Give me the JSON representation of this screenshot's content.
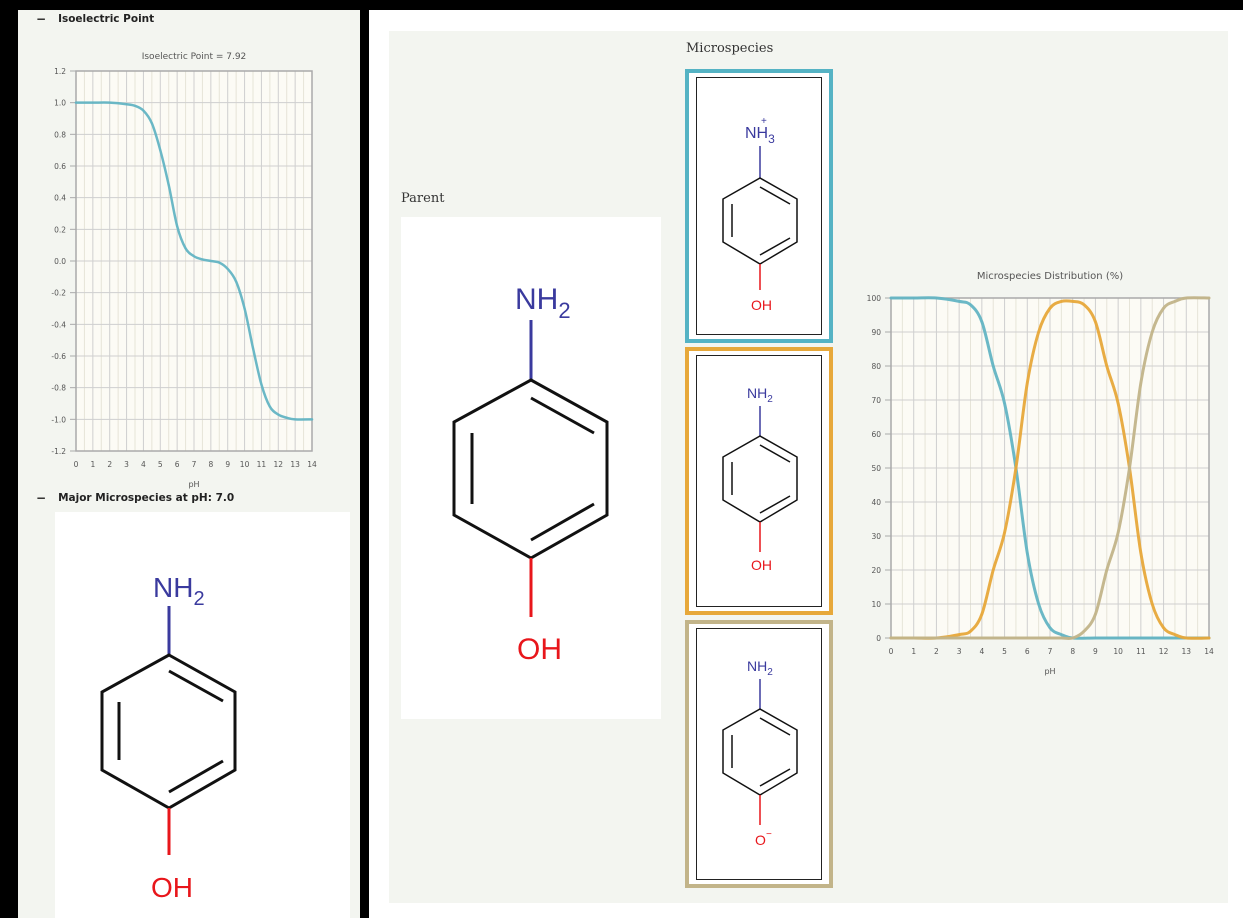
{
  "left_panel": {
    "iso_section": {
      "toggle": "−",
      "title": "Isoelectric Point",
      "chart_title": "Isoelectric Point = 7.92"
    },
    "major_section": {
      "toggle": "−",
      "title": "Major Microspecies at pH: 7.0",
      "molecule": {
        "top_label": "NH2",
        "bottom_label": "OH"
      }
    }
  },
  "right_panel": {
    "microspecies_label": "Microspecies",
    "parent_label": "Parent",
    "parent_molecule": {
      "top_label": "NH2",
      "bottom_label": "OH"
    },
    "microspecies": [
      {
        "top": "NH3",
        "top_charge": "+",
        "bottom": "OH",
        "bottom_charge": "",
        "border_color": "#55b3c4"
      },
      {
        "top": "NH2",
        "top_charge": "",
        "bottom": "OH",
        "bottom_charge": "",
        "border_color": "#e7a83a"
      },
      {
        "top": "NH2",
        "top_charge": "",
        "bottom": "O",
        "bottom_charge": "−",
        "border_color": "#c2b489"
      }
    ]
  },
  "colors": {
    "nitrogen": "#3a3a9e",
    "oxygen": "#e8161b",
    "curve_teal": "#63b4c3",
    "curve_orange": "#e7a83a",
    "curve_tan": "#c2b489",
    "grid": "#cfcfcf",
    "plot_bg": "#fcfbf5"
  },
  "chart_data": [
    {
      "type": "line",
      "title": "Isoelectric Point = 7.92",
      "xlabel": "pH",
      "ylabel": "",
      "xlim": [
        0,
        14
      ],
      "ylim": [
        -1.2,
        1.2
      ],
      "xticks": [
        0,
        1,
        2,
        3,
        4,
        5,
        6,
        7,
        8,
        9,
        10,
        11,
        12,
        13,
        14
      ],
      "yticks": [
        "1.2",
        "1.0",
        "0.8",
        "0.6",
        "0.4",
        "0.2",
        "0.0",
        "-0.2",
        "-0.4",
        "-0.6",
        "-0.8",
        "-1.0",
        "-1.2"
      ],
      "grid": true,
      "series": [
        {
          "color": "#63b4c3",
          "x": [
            0,
            1,
            2,
            3,
            3.5,
            4,
            4.5,
            5,
            5.5,
            6,
            6.5,
            7,
            7.5,
            8,
            8.5,
            9,
            9.5,
            10,
            10.5,
            11,
            11.5,
            12,
            12.5,
            13,
            14
          ],
          "y": [
            1.0,
            1.0,
            1.0,
            0.99,
            0.98,
            0.95,
            0.87,
            0.7,
            0.48,
            0.22,
            0.08,
            0.03,
            0.01,
            0.0,
            -0.01,
            -0.05,
            -0.13,
            -0.3,
            -0.55,
            -0.78,
            -0.92,
            -0.97,
            -0.99,
            -1.0,
            -1.0
          ]
        }
      ]
    },
    {
      "type": "line",
      "title": "Microspecies Distribution (%)",
      "xlabel": "pH",
      "ylabel": "",
      "xlim": [
        0,
        14
      ],
      "ylim": [
        0,
        100
      ],
      "xticks": [
        0,
        1,
        2,
        3,
        4,
        5,
        6,
        7,
        8,
        9,
        10,
        11,
        12,
        13,
        14
      ],
      "yticks": [
        0,
        10,
        20,
        30,
        40,
        50,
        60,
        70,
        80,
        90,
        100
      ],
      "grid": true,
      "series": [
        {
          "color": "#63b4c3",
          "x": [
            0,
            1,
            2,
            3,
            3.5,
            4,
            4.5,
            5,
            5.5,
            6,
            6.5,
            7,
            7.5,
            8,
            9,
            10,
            11,
            12,
            13,
            14
          ],
          "y": [
            100,
            100,
            100,
            99,
            98,
            93,
            80,
            69,
            50,
            25,
            10,
            3,
            1,
            0,
            0,
            0,
            0,
            0,
            0,
            0
          ]
        },
        {
          "color": "#e7a83a",
          "x": [
            0,
            1,
            2,
            3,
            3.5,
            4,
            4.5,
            5,
            5.5,
            6,
            6.5,
            7,
            7.5,
            8,
            8.5,
            9,
            9.5,
            10,
            10.5,
            11,
            11.5,
            12,
            12.5,
            13,
            14
          ],
          "y": [
            0,
            0,
            0,
            1,
            2,
            7,
            20,
            31,
            50,
            75,
            90,
            97,
            99,
            99,
            98,
            93,
            80,
            69,
            50,
            25,
            10,
            3,
            1,
            0,
            0
          ]
        },
        {
          "color": "#c2b489",
          "x": [
            0,
            1,
            2,
            3,
            4,
            5,
            6,
            7,
            7.5,
            8,
            8.5,
            9,
            9.5,
            10,
            10.5,
            11,
            11.5,
            12,
            12.5,
            13,
            14
          ],
          "y": [
            0,
            0,
            0,
            0,
            0,
            0,
            0,
            0,
            0,
            0,
            2,
            7,
            20,
            31,
            50,
            75,
            90,
            97,
            99,
            100,
            100
          ]
        }
      ]
    }
  ]
}
